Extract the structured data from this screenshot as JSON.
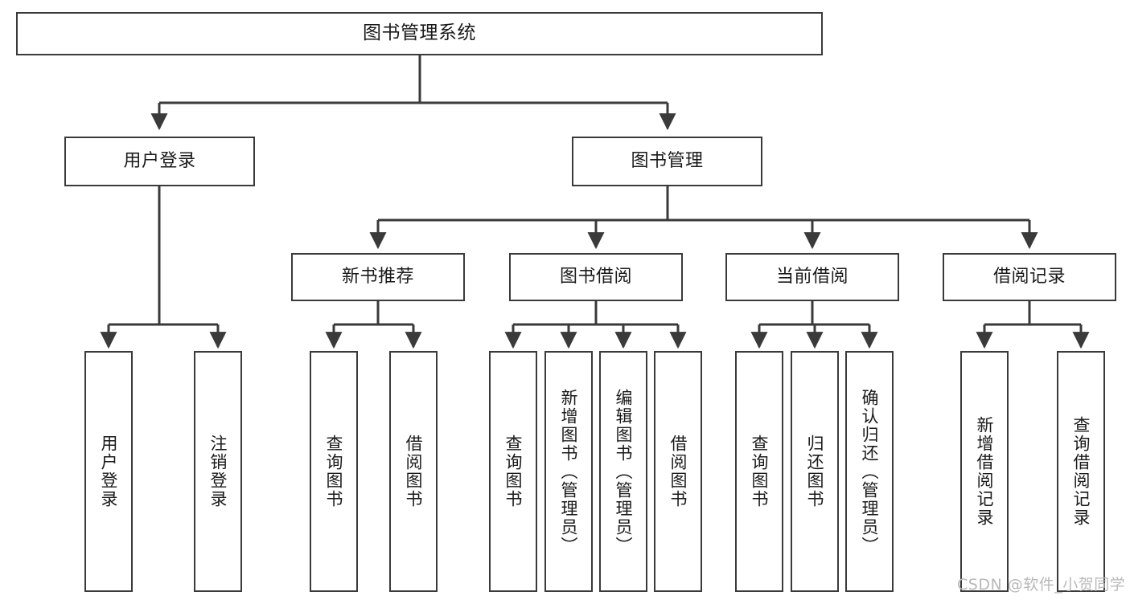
{
  "diagram": {
    "title": "图书管理系统",
    "type": "tree-hierarchy",
    "orientation": "top-down",
    "box_border_color": "#3a3a3a",
    "box_fill_color": "#ffffff",
    "edge_color": "#3a3a3a",
    "background_color": "#ffffff"
  },
  "nodes": {
    "root": {
      "label": "图书管理系统"
    },
    "level2": [
      {
        "id": "user-login",
        "label": "用户登录"
      },
      {
        "id": "book-management",
        "label": "图书管理"
      }
    ],
    "level3": [
      {
        "id": "new-book-recommend",
        "label": "新书推荐"
      },
      {
        "id": "book-borrow",
        "label": "图书借阅"
      },
      {
        "id": "current-borrow",
        "label": "当前借阅"
      },
      {
        "id": "borrow-record",
        "label": "借阅记录"
      }
    ],
    "leaves": {
      "user_login": [
        {
          "id": "leaf-user-login",
          "label": "用户登录"
        },
        {
          "id": "leaf-logout-login",
          "label": "注销登录"
        }
      ],
      "new_book_recommend": [
        {
          "id": "leaf-query-book-1",
          "label": "查询图书"
        },
        {
          "id": "leaf-borrow-book-1",
          "label": "借阅图书"
        }
      ],
      "book_borrow": [
        {
          "id": "leaf-query-book-2",
          "label": "查询图书"
        },
        {
          "id": "leaf-add-book",
          "label": "新增图书（管理员）"
        },
        {
          "id": "leaf-edit-book",
          "label": "编辑图书（管理员）"
        },
        {
          "id": "leaf-borrow-book-2",
          "label": "借阅图书"
        }
      ],
      "current_borrow": [
        {
          "id": "leaf-query-book-3",
          "label": "查询图书"
        },
        {
          "id": "leaf-return-book",
          "label": "归还图书"
        },
        {
          "id": "leaf-confirm-return",
          "label": "确认归还（管理员）"
        }
      ],
      "borrow_record": [
        {
          "id": "leaf-add-record",
          "label": "新增借阅记录"
        },
        {
          "id": "leaf-query-record",
          "label": "查询借阅记录"
        }
      ]
    }
  },
  "watermark": {
    "text": "CSDN @软件_小贺同学"
  }
}
